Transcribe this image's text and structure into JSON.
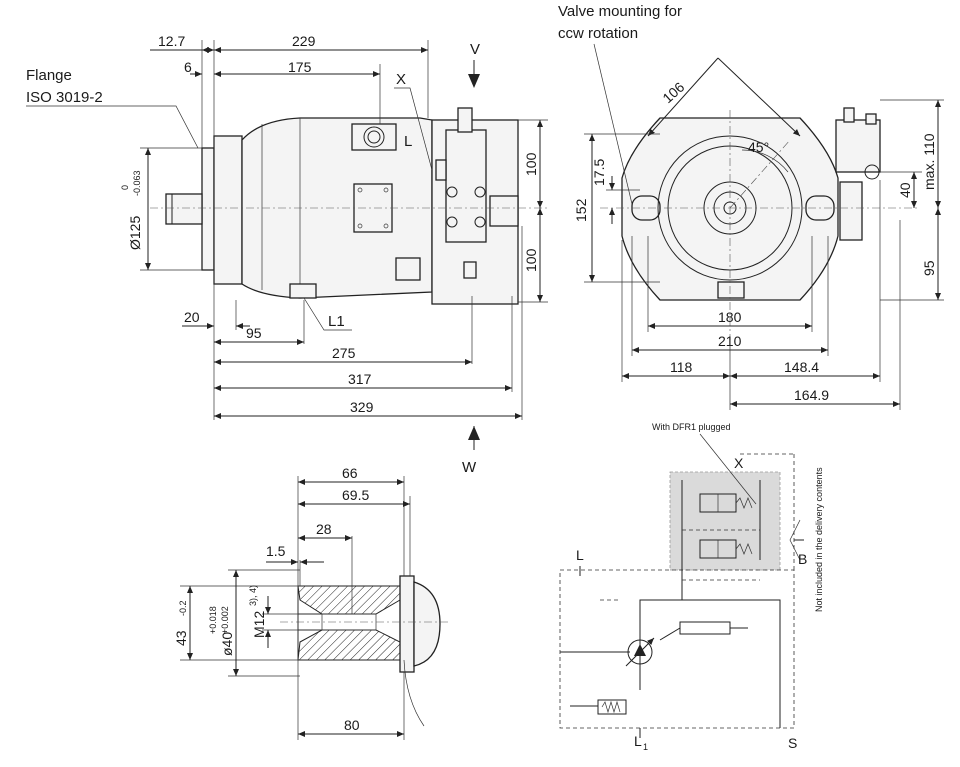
{
  "side_view": {
    "flange_label_1": "Flange",
    "flange_label_2": "ISO 3019-2",
    "dims": {
      "d_12_7": "12.7",
      "d_229": "229",
      "d_6": "6",
      "d_175": "175",
      "d_20": "20",
      "d_95": "95",
      "d_275": "275",
      "d_317": "317",
      "d_329": "329",
      "d_100_top": "100",
      "d_100_bottom": "100",
      "d_dia125": "Ø125",
      "d_tol_upper": "0",
      "d_tol_lower": "-0.063"
    },
    "port_x": "X",
    "port_l": "L",
    "port_l1": "L1",
    "view_v": "V",
    "view_w": "W"
  },
  "front_view": {
    "valve_note_1": "Valve mounting for",
    "valve_note_2": "ccw rotation",
    "dims": {
      "d_106": "106",
      "d_45deg": "45°",
      "d_17_5": "17.5",
      "d_152": "152",
      "d_180": "180",
      "d_210": "210",
      "d_118": "118",
      "d_148_4": "148.4",
      "d_164_9": "164.9",
      "d_max110": "max. 110",
      "d_40": "40",
      "d_95": "95"
    }
  },
  "shaft_view": {
    "dims": {
      "d_66": "66",
      "d_69_5": "69.5",
      "d_28": "28",
      "d_1_5": "1.5",
      "d_43": "43",
      "d_43_tol": "-0.2",
      "d_dia40": "ø40",
      "d_dia40_tol_up": "+0.018",
      "d_dia40_tol_low": "+0.002",
      "d_m12": "M12",
      "d_m12_note": "3), 4)",
      "d_80": "80"
    }
  },
  "schematic": {
    "note_plugged": "With DFR1 plugged",
    "note_not_included": "Not included in the delivery contents",
    "port_x": "X",
    "port_l": "L",
    "port_b": "B",
    "port_s": "S",
    "port_l1": "L",
    "port_l1_sub": "1"
  }
}
